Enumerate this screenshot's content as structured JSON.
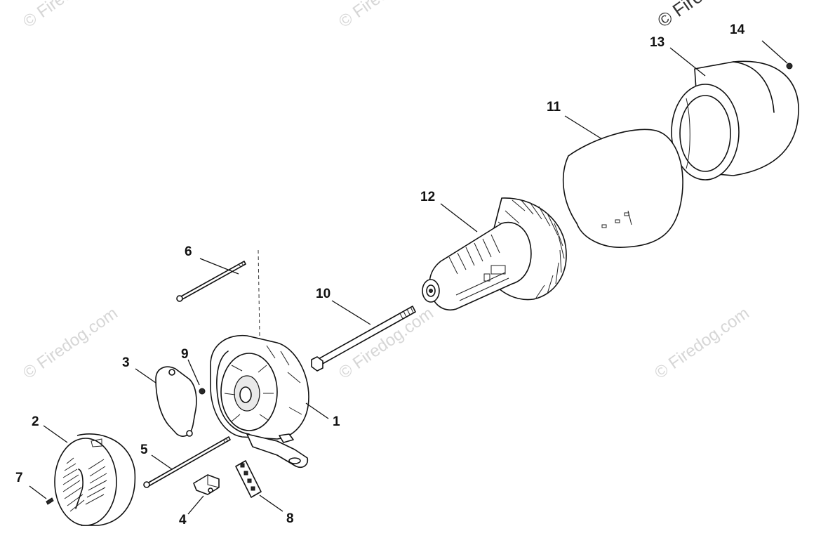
{
  "watermark": {
    "text": "© Firedog.com",
    "copyright_text": "© Firedog.com"
  },
  "callouts": [
    {
      "id": "1",
      "label": "1"
    },
    {
      "id": "2",
      "label": "2"
    },
    {
      "id": "3",
      "label": "3"
    },
    {
      "id": "4",
      "label": "4"
    },
    {
      "id": "5",
      "label": "5"
    },
    {
      "id": "6",
      "label": "6"
    },
    {
      "id": "7",
      "label": "7"
    },
    {
      "id": "8",
      "label": "8"
    },
    {
      "id": "9",
      "label": "9"
    },
    {
      "id": "10",
      "label": "10"
    },
    {
      "id": "11",
      "label": "11"
    },
    {
      "id": "12",
      "label": "12"
    },
    {
      "id": "13",
      "label": "13"
    },
    {
      "id": "14",
      "label": "14"
    }
  ]
}
